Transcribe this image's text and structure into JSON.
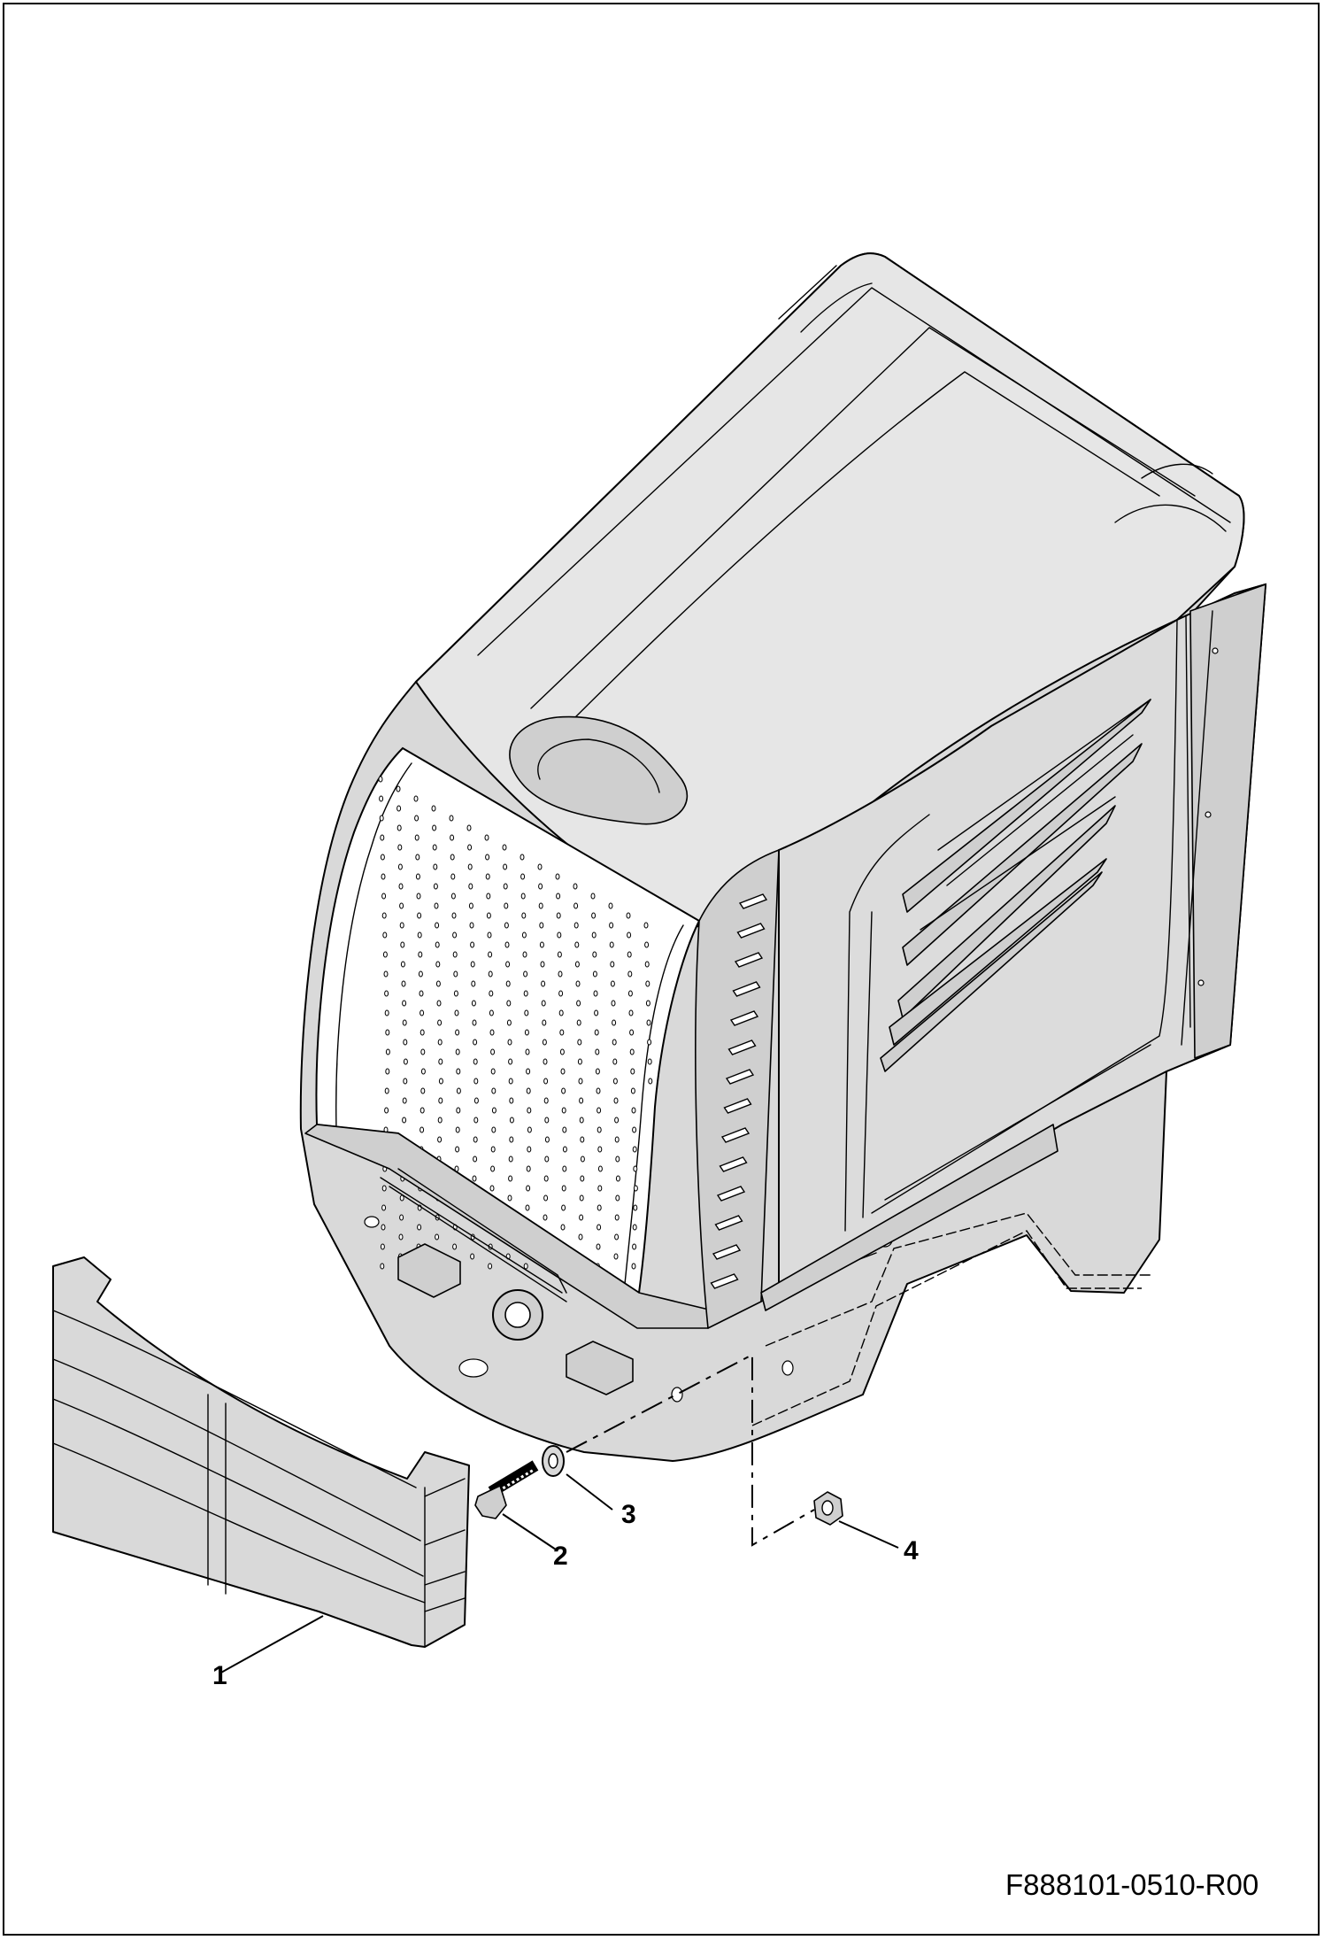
{
  "figure": {
    "type": "exploded parts diagram",
    "drawing_code": "F888101-0510-R00"
  },
  "callouts": [
    {
      "number": "1",
      "part": "front grille panel"
    },
    {
      "number": "2",
      "part": "bolt"
    },
    {
      "number": "3",
      "part": "washer"
    },
    {
      "number": "4",
      "part": "nut"
    }
  ],
  "colors": {
    "line": "#000000",
    "shade": "#d9d9d9",
    "background": "#ffffff"
  }
}
